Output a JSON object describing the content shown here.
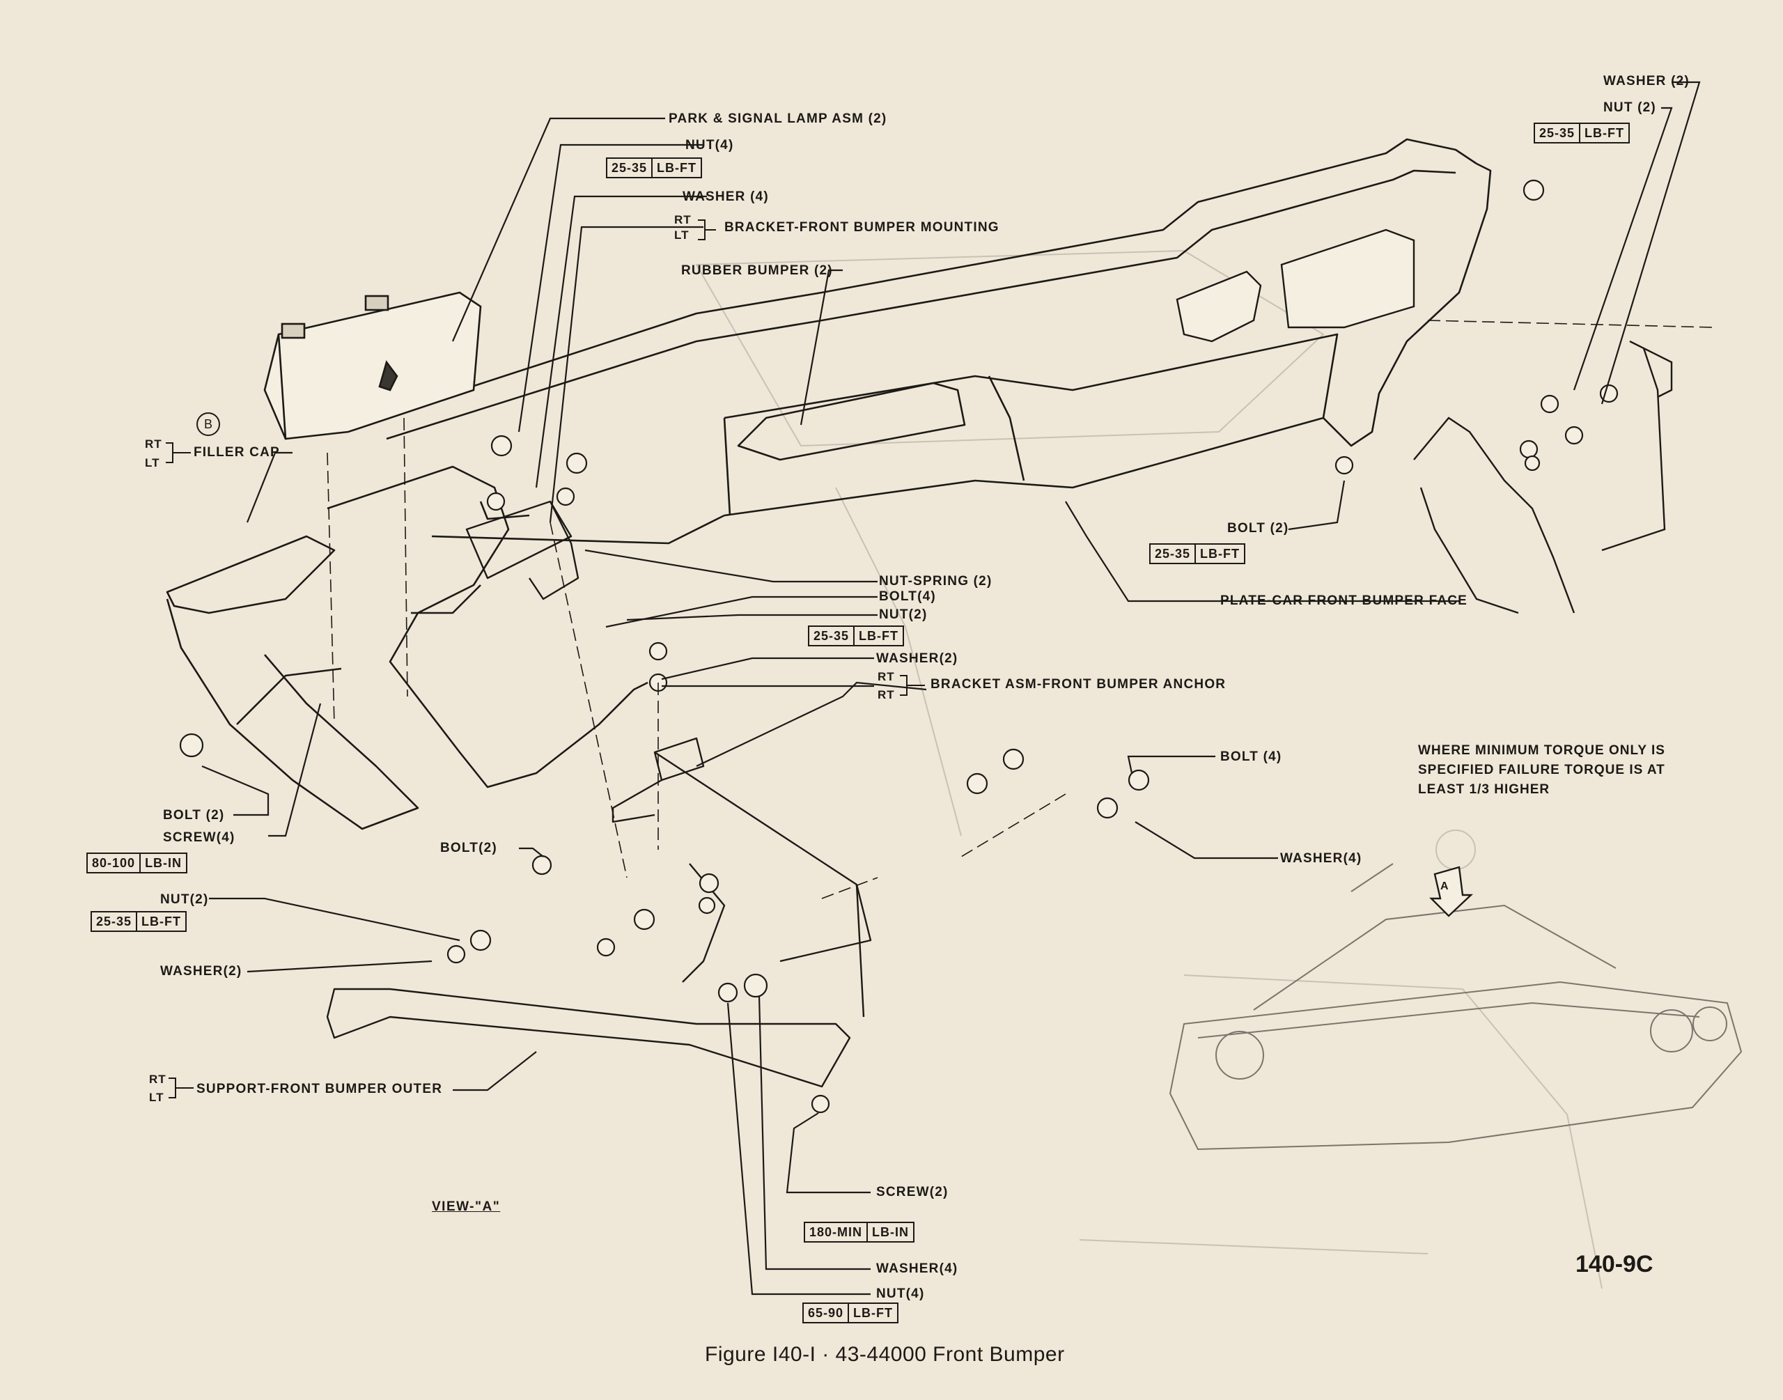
{
  "labels": {
    "park_signal": "PARK & SIGNAL LAMP ASM (2)",
    "nut4_top": "NUT(4)",
    "washer4_top": "WASHER (4)",
    "bracket_mount": "BRACKET-FRONT BUMPER MOUNTING",
    "rubber_bumper": "RUBBER BUMPER (2)",
    "filler_cap": "FILLER CAP",
    "nut_spring": "NUT-SPRING (2)",
    "bolt4_mid": "BOLT(4)",
    "nut2_mid": "NUT(2)",
    "washer2_mid": "WASHER(2)",
    "bracket_anchor": "BRACKET ASM-FRONT BUMPER ANCHOR",
    "bolt2_right": "BOLT (2)",
    "plate_face": "PLATE-CAR FRONT BUMPER FACE",
    "washer2_tr": "WASHER (2)",
    "nut2_tr": "NUT (2)",
    "bolt4_right": "BOLT (4)",
    "washer4_right": "WASHER(4)",
    "bolt2_left": "BOLT (2)",
    "screw4": "SCREW(4)",
    "bolt2_center": "BOLT(2)",
    "nut2_left": "NUT(2)",
    "washer2_left": "WASHER(2)",
    "support_outer": "SUPPORT-FRONT BUMPER OUTER",
    "screw2": "SCREW(2)",
    "washer4_bottom": "WASHER(4)",
    "nut4_bottom": "NUT(4)"
  },
  "side": {
    "rt": "RT",
    "lt": "LT"
  },
  "torque": {
    "t1": [
      "25-35",
      "LB-FT"
    ],
    "t2": [
      "25-35",
      "LB-FT"
    ],
    "t3": [
      "25-35",
      "LB-FT"
    ],
    "t4": [
      "25-35",
      "LB-FT"
    ],
    "t5": [
      "80-100",
      "LB-IN"
    ],
    "t6": [
      "25-35",
      "LB-FT"
    ],
    "t7": [
      "180-MIN",
      "LB-IN"
    ],
    "t8": [
      "65-90",
      "LB-FT"
    ]
  },
  "marker_b": "B",
  "marker_a": "A",
  "note": [
    "WHERE MINIMUM TORQUE ONLY IS",
    "SPECIFIED FAILURE TORQUE IS AT",
    "LEAST 1/3 HIGHER"
  ],
  "view": "VIEW-\"A\"",
  "figure_number": "140-9C",
  "caption": "Figure I40-I · 43-44000 Front Bumper"
}
